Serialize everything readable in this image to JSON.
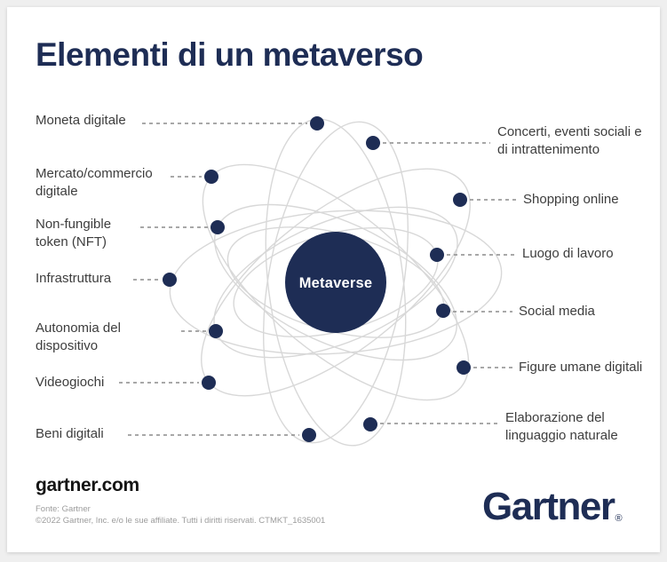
{
  "header": {
    "title": "Elementi di un metaverso"
  },
  "diagram": {
    "center_label": "Metaverse",
    "left_items": [
      {
        "label": "Moneta digitale"
      },
      {
        "label": "Mercato/commercio digitale"
      },
      {
        "label": "Non-fungible token (NFT)"
      },
      {
        "label": "Infrastruttura"
      },
      {
        "label": "Autonomia del dispositivo"
      },
      {
        "label": "Videogiochi"
      },
      {
        "label": "Beni digitali"
      }
    ],
    "right_items": [
      {
        "label": "Concerti, eventi sociali e di intrattenimento"
      },
      {
        "label": "Shopping online"
      },
      {
        "label": "Luogo di lavoro"
      },
      {
        "label": "Social media"
      },
      {
        "label": "Figure umane digitali"
      },
      {
        "label": "Elaborazione del linguaggio naturale"
      }
    ],
    "colors": {
      "navy": "#1e2d55",
      "orbit_gray": "#d8d8d8",
      "leader_gray": "#8c8c8c",
      "label_gray": "#3d3d3d"
    }
  },
  "footer": {
    "site": "gartner.com",
    "source": "Fonte: Gartner",
    "copyright": "©2022 Gartner, Inc. e/o le sue affiliate. Tutti i diritti riservati. CTMKT_1635001",
    "logo": "Gartner",
    "registered_mark": "®"
  }
}
